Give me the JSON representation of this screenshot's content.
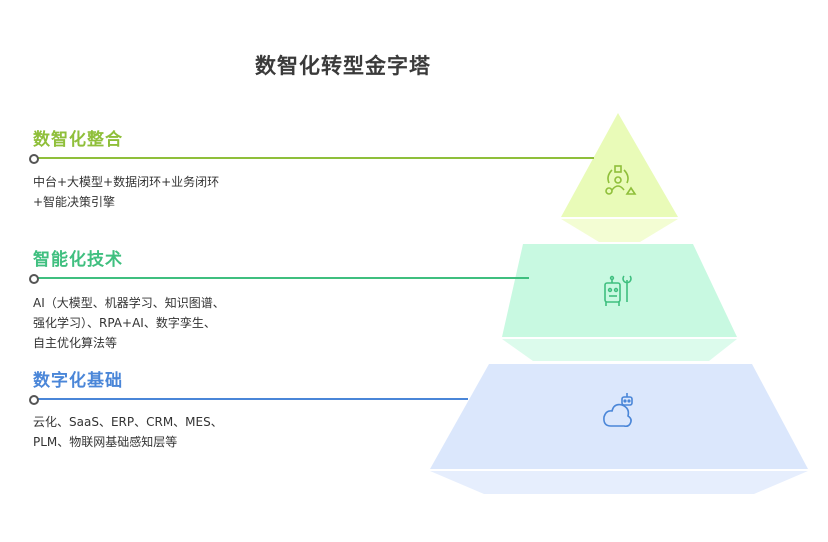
{
  "title": "数智化转型金字塔",
  "levels": [
    {
      "heading": "数智化整合",
      "desc_lines": [
        "中台+大模型+数据闭环+业务闭环",
        "+智能决策引擎"
      ],
      "color": "#8fbf3a",
      "fill": "#e9fbb8",
      "fill_shadow": "#f3fdd3",
      "icon": "people-network-icon"
    },
    {
      "heading": "智能化技术",
      "desc_lines": [
        "AI（大模型、机器学习、知识图谱、",
        "强化学习）、RPA+AI、数字孪生、",
        "自主优化算法等"
      ],
      "color": "#3fbf7f",
      "fill": "#c8f9e1",
      "fill_shadow": "#dcfbec",
      "icon": "robot-wrench-icon"
    },
    {
      "heading": "数字化基础",
      "desc_lines": [
        "云化、SaaS、ERP、CRM、MES、",
        "PLM、物联网基础感知层等"
      ],
      "color": "#4a86d8",
      "fill": "#dbe7fc",
      "fill_shadow": "#e6eefd",
      "icon": "cloud-robot-icon"
    }
  ]
}
